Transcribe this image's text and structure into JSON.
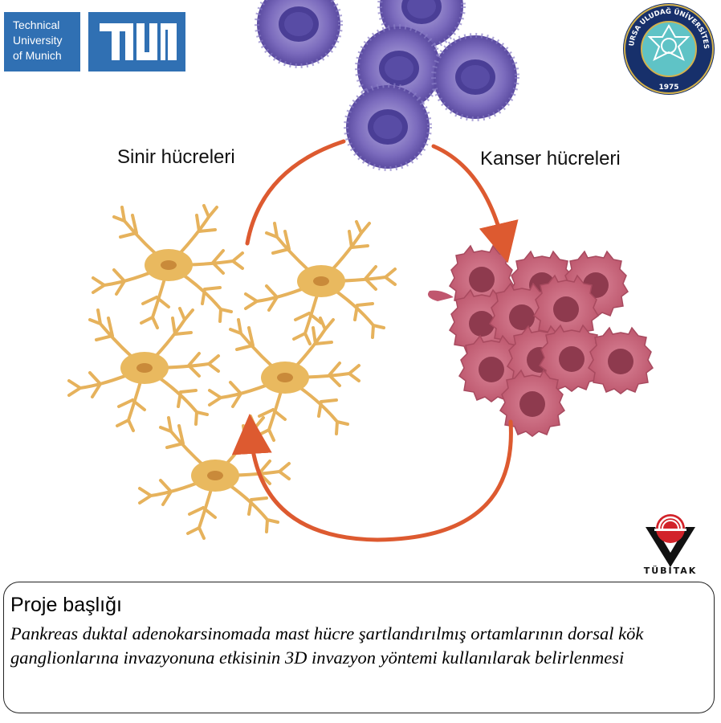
{
  "logos": {
    "tum_text": [
      "Technical",
      "University",
      "of Munich"
    ],
    "bursa_seal_text": "BURSA ULUDAĞ ÜNİVERSİTESİ",
    "bursa_seal_year": "1975",
    "tubitak_label": "TÜBİTAK"
  },
  "diagram": {
    "nerve_label": "Sinir hücreleri",
    "cancer_label": "Kanser hücreleri",
    "arrow_color": "#dd5a30",
    "mast_cell_color": "#6a55a8",
    "nerve_cell_color": "#e6b25c",
    "cancer_cell_color": "#c0566e"
  },
  "project": {
    "heading": "Proje başlığı",
    "title": "Pankreas duktal adenokarsinomada mast hücre şartlandırılmış ortamlarının dorsal kök ganglionlarına invazyonuna etkisinin 3D invazyon yöntemi kullanılarak belirlenmesi"
  }
}
